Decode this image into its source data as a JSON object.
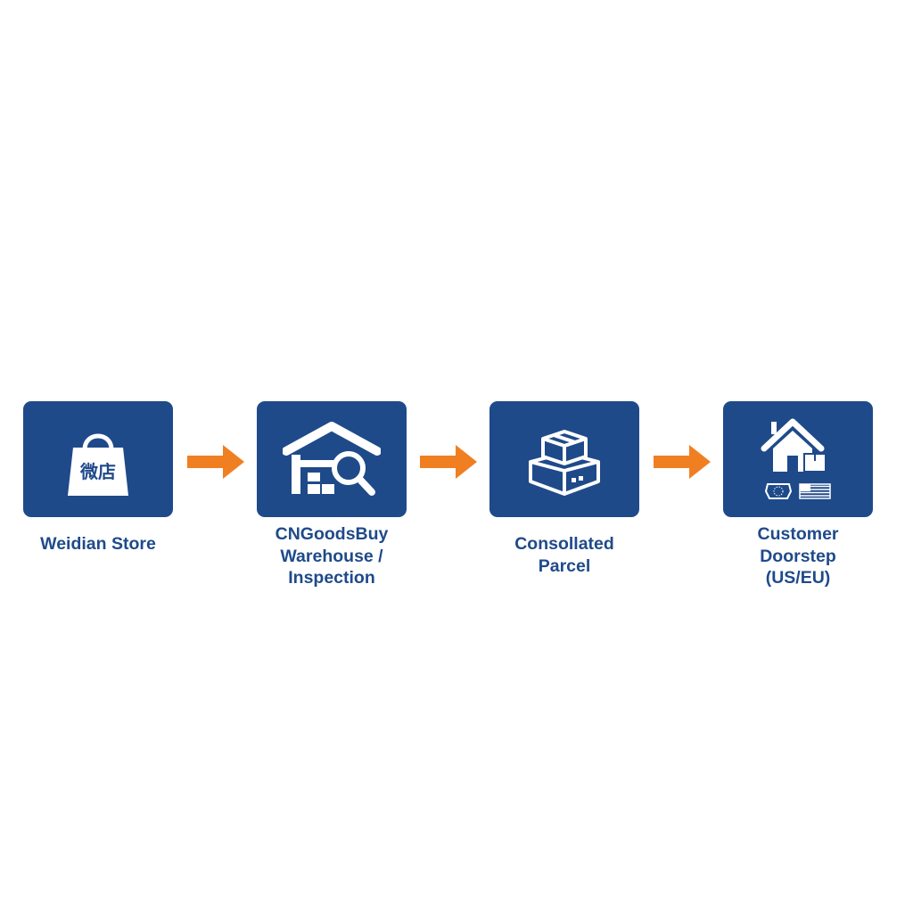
{
  "diagram": {
    "steps": [
      {
        "label": "Weidian Store",
        "icon": "shopping-bag-icon",
        "icon_text": "微店"
      },
      {
        "label": "CNGoodsBuy\nWarehouse /\nInspection",
        "icon": "warehouse-inspection-icon"
      },
      {
        "label": "Consollated\nParcel",
        "icon": "consolidated-parcel-icon"
      },
      {
        "label": "Customer\nDoorstep\n(US/EU)",
        "icon": "home-delivery-icon"
      }
    ],
    "connector": "arrow-right-icon"
  },
  "colors": {
    "tile": "#1f4a8a",
    "label": "#1f4a8a",
    "arrow": "#f07f22",
    "icon": "#ffffff"
  }
}
